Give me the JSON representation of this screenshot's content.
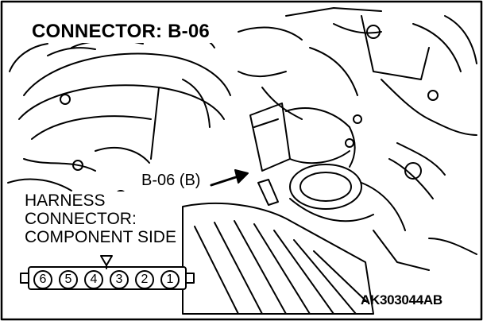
{
  "title": "CONNECTOR: B-06",
  "callout": "B-06 (B)",
  "harness_label": [
    "HARNESS",
    "CONNECTOR:",
    "COMPONENT SIDE"
  ],
  "connector_pins": [
    "6",
    "5",
    "4",
    "3",
    "2",
    "1"
  ],
  "figure_code": "AK303044AB",
  "colors": {
    "line": "#000000",
    "background": "#ffffff"
  },
  "icons": [
    "border-frame",
    "engine-drawing",
    "callout-arrow",
    "lock-marker-triangle",
    "connector-face"
  ]
}
